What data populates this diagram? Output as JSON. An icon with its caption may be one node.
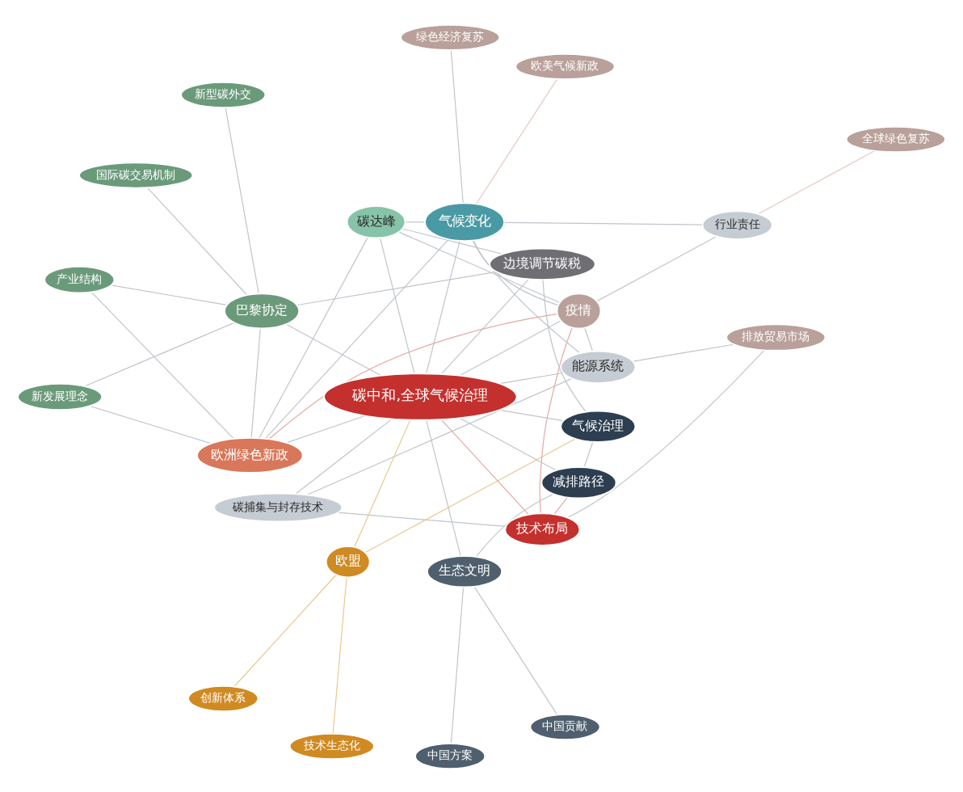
{
  "diagram": {
    "nodes": [
      {
        "text": [
          "中国方案"
        ]
      },
      {
        "text": [
          "中国贡献"
        ]
      },
      {
        "text": [
          "创新体系"
        ]
      },
      {
        "text": [
          "技术生态化"
        ]
      },
      {
        "text": [
          "碳捕集与封存技术"
        ]
      },
      {
        "text": [
          "欧盟"
        ]
      },
      {
        "text": [
          "生态文明"
        ]
      },
      {
        "text": [
          "技术布局"
        ]
      },
      {
        "text": [
          "减排路径"
        ]
      },
      {
        "text": [
          "排放贸易市场"
        ]
      },
      {
        "text": [
          "气候治理"
        ]
      },
      {
        "text": [
          "碳中和,全球气候治理"
        ]
      },
      {
        "text": [
          "能源系统"
        ]
      },
      {
        "text": [
          "疫情"
        ]
      },
      {
        "text": [
          "边境调节碳税"
        ]
      },
      {
        "text": [
          "气候变化"
        ]
      },
      {
        "text": [
          "新型碳外交"
        ]
      },
      {
        "text": [
          "欧美气候新政"
        ]
      },
      {
        "text": [
          "碳达峰"
        ]
      },
      {
        "text": [
          "巴黎协定"
        ]
      },
      {
        "text": [
          "欧洲绿色新政"
        ]
      },
      {
        "text": [
          "行业责任"
        ]
      },
      {
        "text": [
          "全球绿色复苏"
        ]
      },
      {
        "text": [
          "国际碳交易机制"
        ]
      },
      {
        "text": [
          "绿色经济复苏"
        ]
      },
      {
        "text": [
          "产业结构"
        ]
      },
      {
        "text": [
          "新发展理念"
        ]
      }
    ],
    "edges": [
      {
        "from": 0,
        "to": 6,
        "arrow": "none"
      },
      {
        "from": 1,
        "to": 6,
        "arrow": "none"
      },
      {
        "from": 2,
        "to": 5,
        "arrow": "none",
        "color": "#e9c88e"
      },
      {
        "from": 3,
        "to": 5,
        "arrow": "none",
        "color": "#e9c88e"
      },
      {
        "from": 4,
        "to": 7,
        "arrow": "none"
      },
      {
        "from": 4,
        "to": 11,
        "arrow": "none"
      },
      {
        "from": 4,
        "to": 12,
        "arrow": "none"
      },
      {
        "from": 9,
        "to": 12,
        "arrow": "none"
      },
      {
        "from": 9,
        "to": 7,
        "arrow": "none"
      },
      {
        "from": 5,
        "to": 11,
        "arrow": "none",
        "color": "#e9c88e"
      },
      {
        "from": 5,
        "to": 10,
        "arrow": "none",
        "color": "#e9c88e"
      },
      {
        "from": 6,
        "to": 8,
        "arrow": "none"
      },
      {
        "from": 6,
        "to": 11,
        "arrow": "none"
      },
      {
        "from": 7,
        "to": 8,
        "arrow": "none",
        "color": "#e4a9a6"
      },
      {
        "from": 7,
        "to": 11,
        "arrow": "none",
        "color": "#e4a9a6"
      },
      {
        "from": 7,
        "to": 13,
        "arrow": "none",
        "color": "#e4a9a6"
      },
      {
        "from": 8,
        "to": 11,
        "arrow": "none"
      },
      {
        "from": 8,
        "to": 10,
        "arrow": "none"
      },
      {
        "from": 10,
        "to": 11,
        "arrow": "none"
      },
      {
        "from": 10,
        "to": 14,
        "arrow": "none"
      },
      {
        "from": 11,
        "to": 12,
        "arrow": "none"
      },
      {
        "from": 11,
        "to": 13,
        "arrow": "none"
      },
      {
        "from": 11,
        "to": 14,
        "arrow": "none"
      },
      {
        "from": 11,
        "to": 15,
        "arrow": "none"
      },
      {
        "from": 11,
        "to": 18,
        "arrow": "none"
      },
      {
        "from": 11,
        "to": 19,
        "arrow": "none"
      },
      {
        "from": 11,
        "to": 20,
        "arrow": "none"
      },
      {
        "from": 12,
        "to": 13,
        "arrow": "none"
      },
      {
        "from": 12,
        "to": 15,
        "arrow": "none"
      },
      {
        "from": 13,
        "to": 15,
        "arrow": "none"
      },
      {
        "from": 13,
        "to": 18,
        "arrow": "none"
      },
      {
        "from": 14,
        "to": 19,
        "arrow": "none"
      },
      {
        "from": 15,
        "to": 18,
        "arrow": "none"
      },
      {
        "from": 15,
        "to": 20,
        "arrow": "none"
      },
      {
        "from": 17,
        "to": 15,
        "arrow": "none",
        "color": "#e4c9c4"
      },
      {
        "from": 21,
        "to": 15,
        "arrow": "none"
      },
      {
        "from": 21,
        "to": 13,
        "arrow": "none"
      },
      {
        "from": 22,
        "to": 21,
        "arrow": "none",
        "color": "#e4c9c4"
      },
      {
        "from": 24,
        "to": 15,
        "arrow": "none"
      },
      {
        "from": 16,
        "to": 19,
        "arrow": "none"
      },
      {
        "from": 23,
        "to": 19,
        "arrow": "none"
      },
      {
        "from": 25,
        "to": 20,
        "arrow": "none"
      },
      {
        "from": 25,
        "to": 19,
        "arrow": "none"
      },
      {
        "from": 26,
        "to": 19,
        "arrow": "none"
      },
      {
        "from": 26,
        "to": 20,
        "arrow": "none"
      },
      {
        "from": 18,
        "to": 20,
        "arrow": "none"
      },
      {
        "from": 19,
        "to": 20,
        "arrow": "none"
      },
      {
        "from": 14,
        "to": 18,
        "arrow": "none"
      },
      {
        "from": 20,
        "to": 13,
        "arrow": "none",
        "color": "#e4a9a6"
      }
    ]
  }
}
